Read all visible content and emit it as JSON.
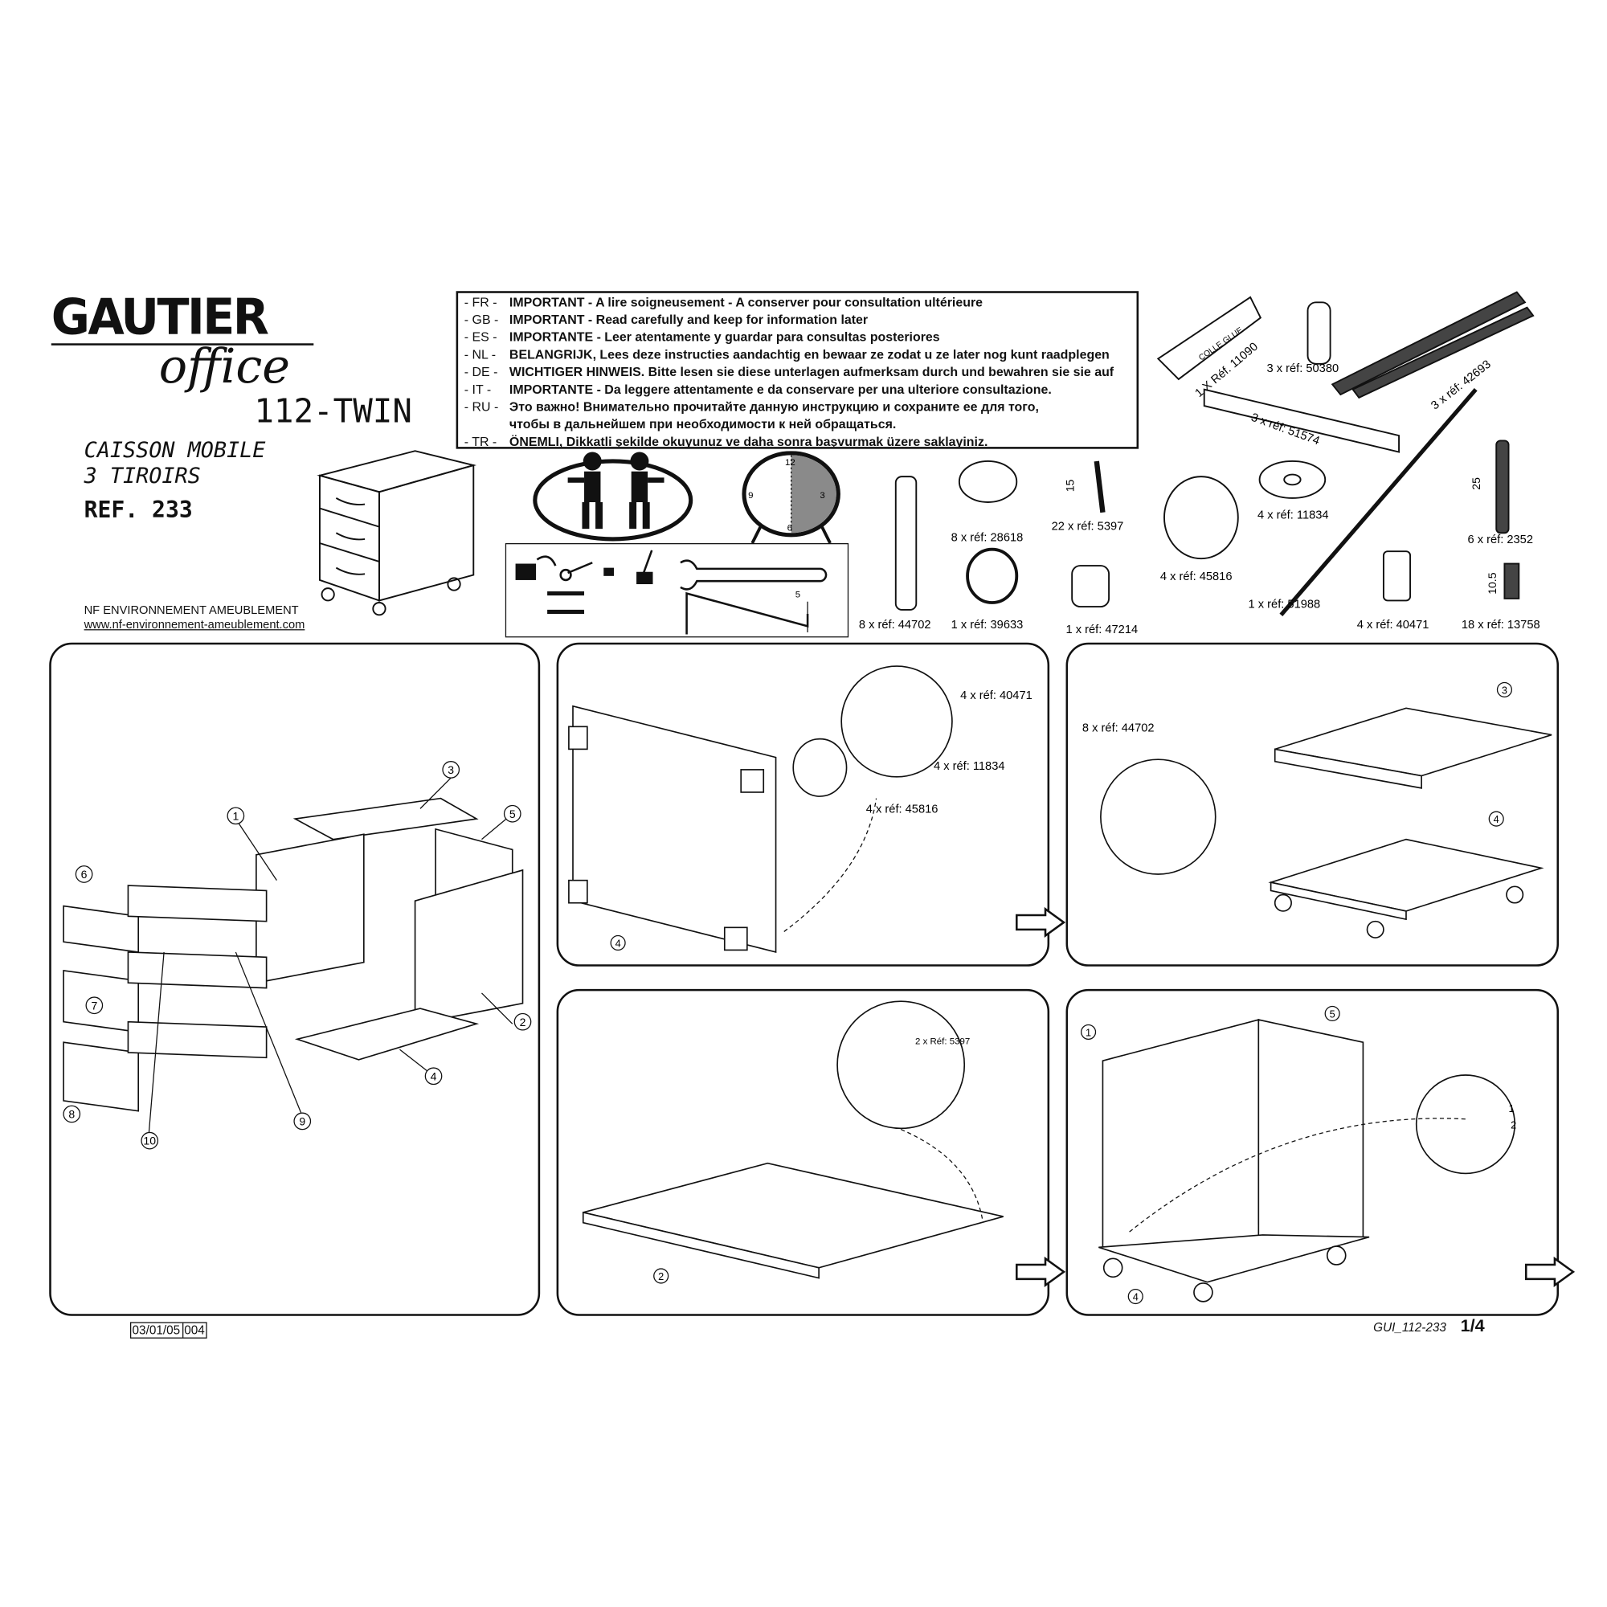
{
  "brand": {
    "name": "GAUTIER",
    "sub": "office"
  },
  "product": {
    "model": "112-TWIN",
    "title_line1": "CAISSON MOBILE",
    "title_line2": "3 TIROIRS",
    "ref": "REF. 233"
  },
  "certification": {
    "label": "NF ENVIRONNEMENT AMEUBLEMENT",
    "url": "www.nf-environnement-ameublement.com"
  },
  "notice": [
    {
      "code": "- FR -",
      "text": "IMPORTANT - A lire soigneusement - A conserver pour consultation ultérieure"
    },
    {
      "code": "- GB -",
      "text": "IMPORTANT - Read carefully and keep for information later"
    },
    {
      "code": "- ES -",
      "text": "IMPORTANTE - Leer atentamente y guardar para consultas posteriores"
    },
    {
      "code": "- NL -",
      "text": "BELANGRIJK, Lees deze instructies aandachtig en bewaar ze zodat u ze later nog kunt raadplegen"
    },
    {
      "code": "- DE -",
      "text": "WICHTIGER HINWEIS. Bitte lesen sie diese unterlagen aufmerksam durch und bewahren sie sie auf"
    },
    {
      "code": "-  IT  -",
      "text": "IMPORTANTE - Da leggere attentamente e da conservare per una ulteriore consultazione."
    },
    {
      "code": "- RU -",
      "text": "Это важно! Внимательно прочитайте данную инструкцию и сохраните ее для того,"
    },
    {
      "code": "",
      "text": "чтобы в дальнейшем при необходимости к ней обращаться."
    },
    {
      "code": "- TR -",
      "text": "ÖNEMLI, Dikkatli şekilde okuyunuz ve daha sonra başvurmak üzere saklayiniz."
    }
  ],
  "clock": {
    "n12": "12",
    "n3": "3",
    "n6": "6",
    "n9": "9"
  },
  "tools": {
    "allen_size": "5"
  },
  "parts": [
    {
      "label": "1 X Réf. 11090",
      "tube_text": "COLLE GLUE"
    },
    {
      "label": "3 x réf: 50380"
    },
    {
      "label": "3 x réf: 42693"
    },
    {
      "label": "3 x réf: 51574"
    },
    {
      "label": "8 x réf: 44702"
    },
    {
      "label": "8 x réf: 28618"
    },
    {
      "label": "1 x réf: 39633"
    },
    {
      "label": "22 x réf: 5397",
      "dim": "15"
    },
    {
      "label": "1 x réf: 47214"
    },
    {
      "label": "4 x réf: 45816"
    },
    {
      "label": "4 x réf: 11834"
    },
    {
      "label": "1 x réf: 51988"
    },
    {
      "label": "4 x réf: 40471"
    },
    {
      "label": "6 x réf: 2352",
      "dim": "25"
    },
    {
      "label": "18 x réf: 13758",
      "dim": "10.5"
    }
  ],
  "steps": [
    {
      "callouts": [
        "1",
        "2",
        "3",
        "4",
        "5",
        "6",
        "7",
        "8",
        "9",
        "10"
      ]
    },
    {
      "callouts": [
        "4"
      ],
      "notes": [
        "4 x réf: 40471",
        "4 x réf: 11834",
        "4 x réf: 45816"
      ]
    },
    {
      "callouts": [
        "3",
        "4"
      ],
      "notes": [
        "8 x réf: 44702"
      ]
    },
    {
      "callouts": [
        "2"
      ],
      "notes": [
        "2 x Réf: 5397"
      ]
    },
    {
      "callouts": [
        "1",
        "4",
        "5"
      ],
      "notes": [
        "1",
        "2"
      ]
    }
  ],
  "footer": {
    "date": "03/01/05",
    "rev": "004",
    "doc_code": "GUI_112-233",
    "page": "1/4"
  }
}
